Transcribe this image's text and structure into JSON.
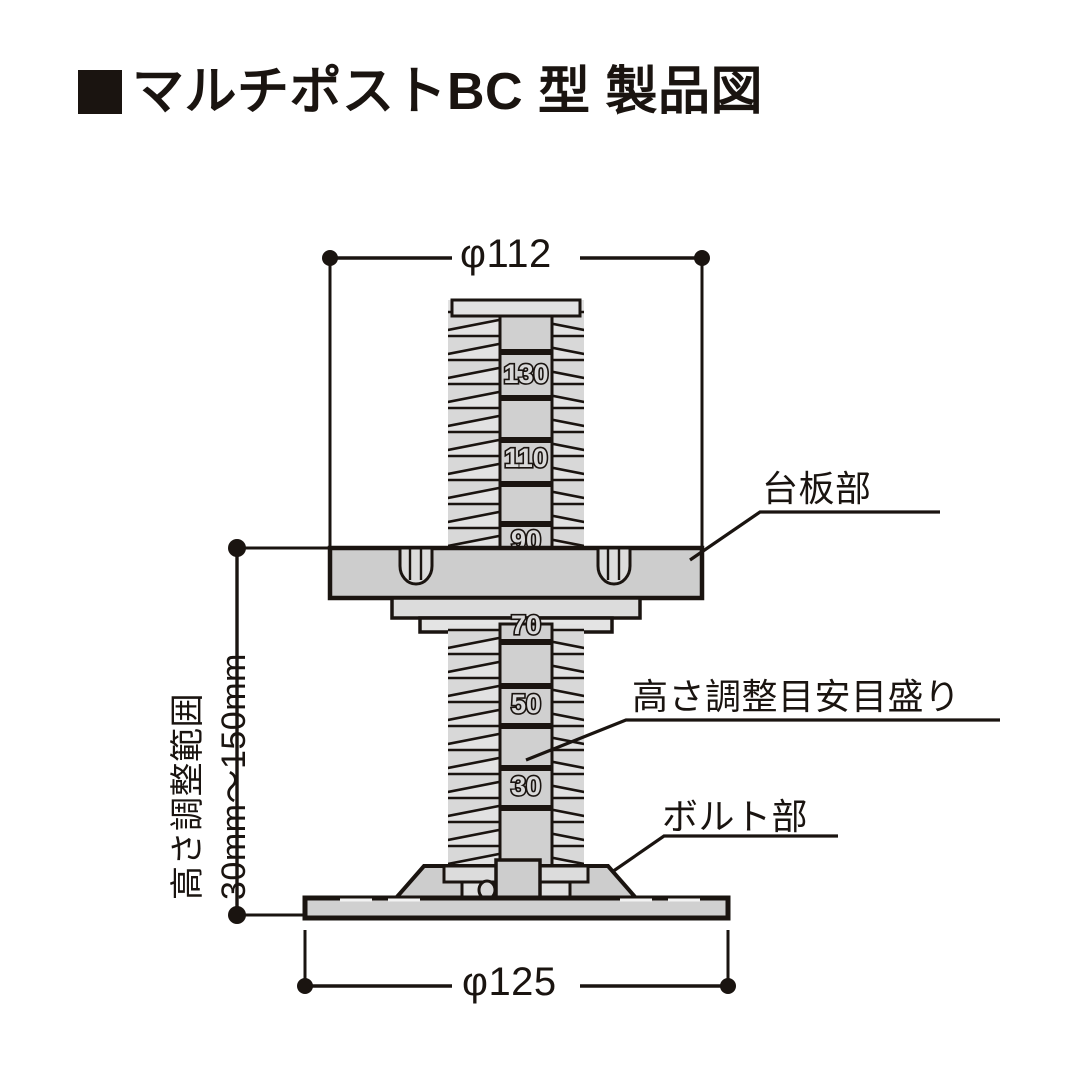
{
  "title": {
    "bullet": "square-bullet",
    "text": "マルチポストBC 型 製品図"
  },
  "dimensions": {
    "top": {
      "label": "φ112",
      "value": 112,
      "unit": "mm",
      "orientation": "horizontal",
      "measures": "top-plate-diameter"
    },
    "bottom": {
      "label": "φ125",
      "value": 125,
      "unit": "mm",
      "orientation": "horizontal",
      "measures": "base-plate-diameter"
    },
    "vertical": {
      "label_line1": "高さ調整範囲",
      "label_line2": "30mm〜150mm",
      "min": 30,
      "max": 150,
      "unit": "mm",
      "orientation": "vertical",
      "measures": "height-adjustment-range"
    }
  },
  "annotations": [
    {
      "id": "plate",
      "label": "台板部"
    },
    {
      "id": "scale",
      "label": "高さ調整目安目盛り"
    },
    {
      "id": "bolt",
      "label": "ボルト部"
    }
  ],
  "scale_marks": [
    {
      "value": "130"
    },
    {
      "value": "110"
    },
    {
      "value": "90"
    },
    {
      "value": "70"
    },
    {
      "value": "50"
    },
    {
      "value": "30"
    }
  ],
  "colors": {
    "ink": "#1a1410",
    "fill_light": "#d8d8d8",
    "fill_mid": "#c9c9c9",
    "fill_pale": "#e2e2e2",
    "background": "#ffffff"
  }
}
